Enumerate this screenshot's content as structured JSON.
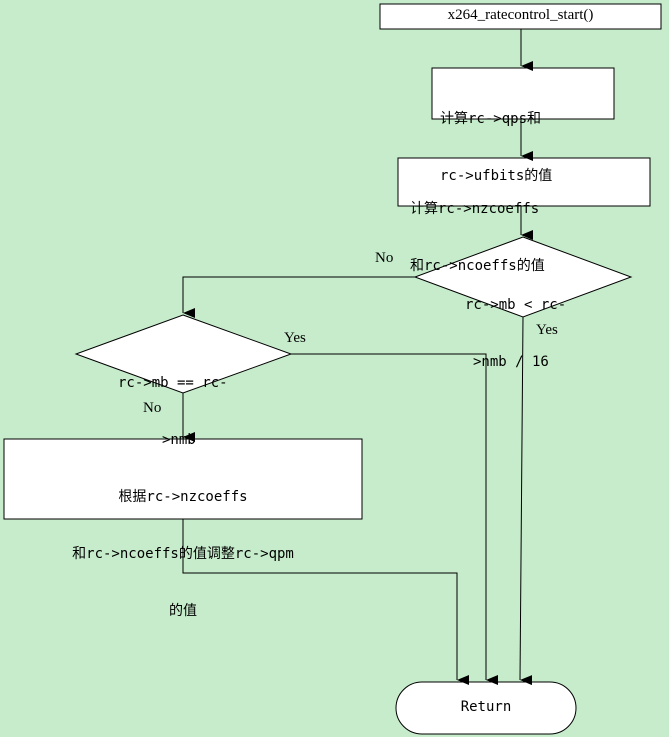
{
  "colors": {
    "background": "#c6eccb",
    "node_fill": "#ffffff",
    "stroke": "#000000"
  },
  "nodes": {
    "start": "x264_ratecontrol_start()",
    "calc_qps_line1": "计算rc->qps和",
    "calc_qps_line2": "rc->ufbits的值",
    "calc_nz_line1": "计算rc->nzcoeffs",
    "calc_nz_line2": "和rc->ncoeffs的值",
    "decision1_line1": "rc->mb < rc-",
    "decision1_line2": ">nmb / 16",
    "decision2_line1": "rc->mb == rc-",
    "decision2_line2": ">nmb",
    "adjust_line1": "根据rc->nzcoeffs",
    "adjust_line2": "和rc->ncoeffs的值调整rc->qpm",
    "adjust_line3": "的值",
    "return": "Return"
  },
  "edge_labels": {
    "d1_no": "No",
    "d1_yes": "Yes",
    "d2_yes": "Yes",
    "d2_no": "No"
  }
}
